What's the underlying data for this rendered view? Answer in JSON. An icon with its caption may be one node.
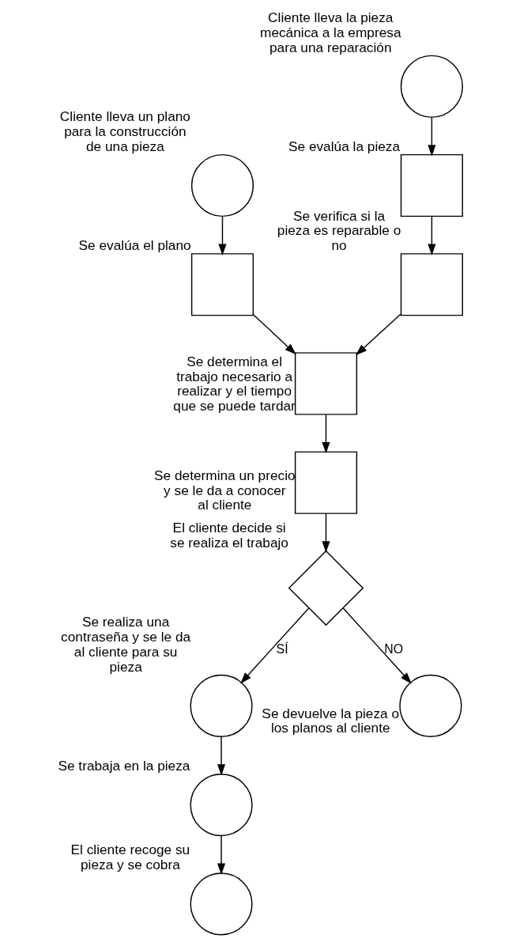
{
  "diagram": {
    "nodes": [
      {
        "text": [],
        "shape": "circle",
        "beside": [
          "Cliente lleva un plano para la construcción de una pieza"
        ]
      },
      {
        "text": [],
        "shape": "circle",
        "beside": [
          "Cliente lleva la pieza mecánica a la empresa para una reparación"
        ]
      },
      {
        "text": [],
        "shape": "box",
        "beside": [
          "Se evalúa el plano"
        ]
      },
      {
        "text": [],
        "shape": "box",
        "beside": [
          "Se evalúa la pieza"
        ]
      },
      {
        "text": [],
        "shape": "box",
        "beside": [
          "Se verifica si la pieza es reparable o no"
        ]
      },
      {
        "text": [],
        "shape": "box",
        "beside": [
          "Se determina el trabajo necesario a realizar y el tiempo que se puede tardar"
        ]
      },
      {
        "text": [],
        "shape": "box",
        "beside": [
          "Se determina un precio y se le da a conocer al cliente"
        ]
      },
      {
        "text": [],
        "shape": "diamond",
        "beside": [
          "El cliente decide si se realiza el trabajo"
        ]
      },
      {
        "text": [],
        "shape": "circle",
        "beside": [
          "Se realiza una contraseña y se le da al cliente para su pieza"
        ]
      },
      {
        "text": [],
        "shape": "circle",
        "beside": [
          "Se trabaja en la pieza"
        ]
      },
      {
        "text": [],
        "shape": "circle",
        "beside": [
          "Se devuelve la pieza o los planos al cliente"
        ]
      },
      {
        "text": [],
        "shape": "circle",
        "beside": [
          "El cliente recoge su pieza y se cobra"
        ]
      }
    ],
    "edges": [
      {
        "from": 0,
        "to": 2,
        "arrow": "to"
      },
      {
        "from": 1,
        "to": 3,
        "arrow": "to"
      },
      {
        "from": 3,
        "to": 4,
        "arrow": "to"
      },
      {
        "from": 2,
        "to": 5,
        "arrow": "to"
      },
      {
        "from": 4,
        "to": 5,
        "arrow": "to"
      },
      {
        "from": 5,
        "to": 6,
        "arrow": "to"
      },
      {
        "from": 6,
        "to": 7,
        "arrow": "to"
      },
      {
        "from": 7,
        "to": 10,
        "arrow": "to",
        "label": "NO"
      },
      {
        "from": 7,
        "to": 8,
        "arrow": "to",
        "label": "SÍ"
      },
      {
        "from": 8,
        "to": 9,
        "arrow": "to"
      },
      {
        "from": 9,
        "to": 11,
        "arrow": "to"
      }
    ]
  }
}
